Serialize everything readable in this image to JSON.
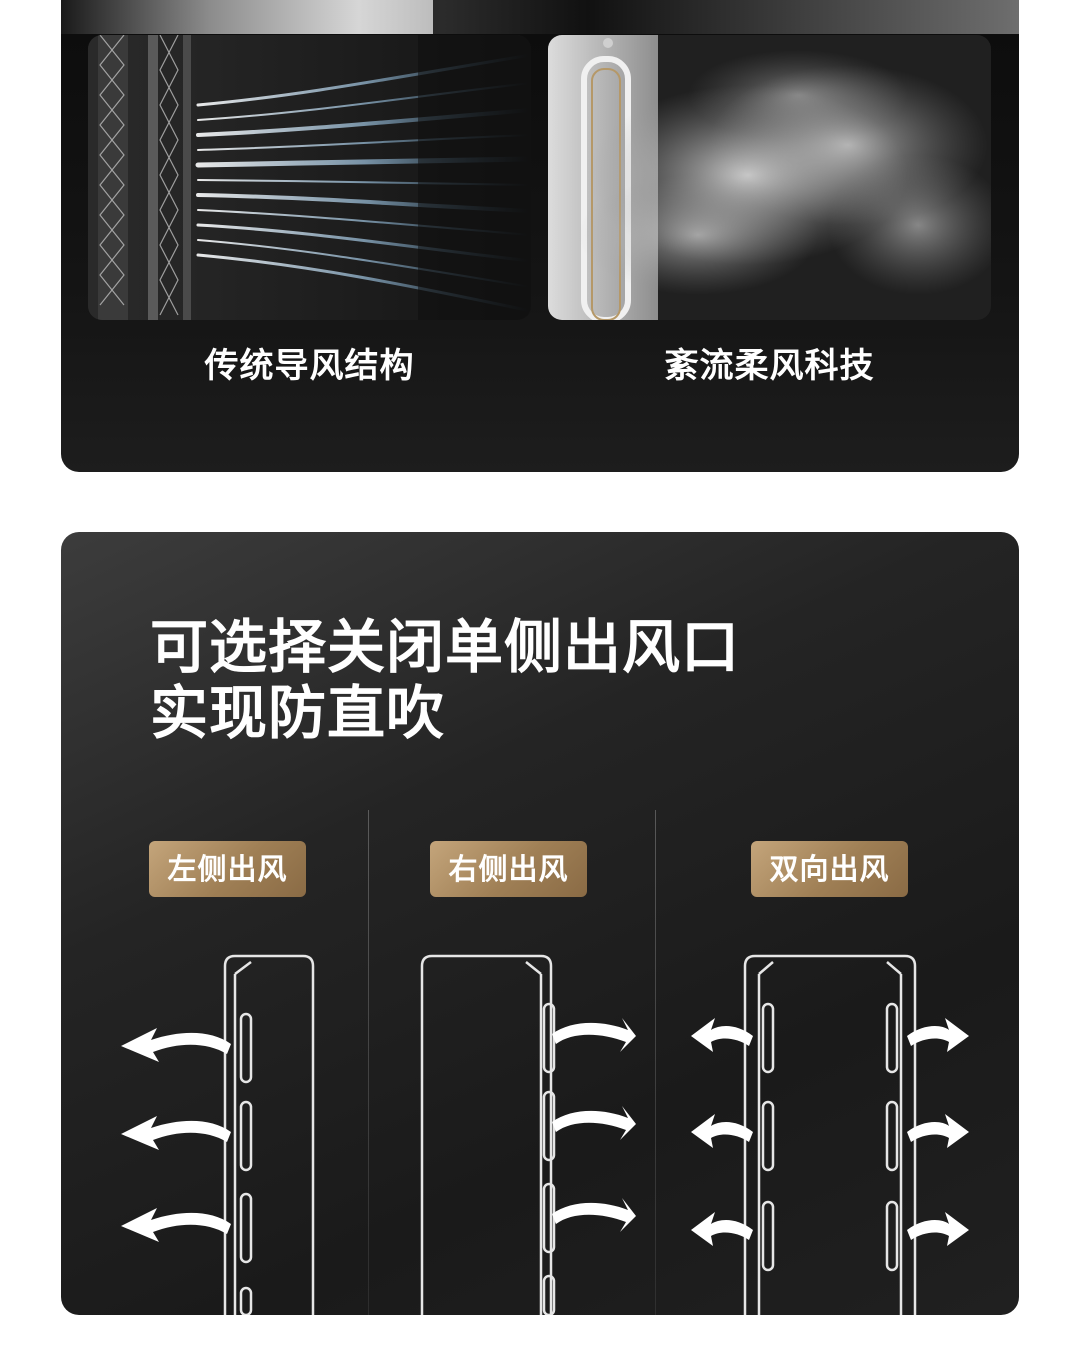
{
  "comparison": {
    "left_label": "传统导风结构",
    "right_label": "紊流柔风科技"
  },
  "feature": {
    "headline_line1": "可选择关闭单侧出风口",
    "headline_line2": "实现防直吹",
    "modes": [
      {
        "label": "左侧出风"
      },
      {
        "label": "右侧出风"
      },
      {
        "label": "双向出风"
      }
    ]
  },
  "colors": {
    "card_dark": "#1a1a1a",
    "badge_gold": "#a8875c",
    "text": "#ffffff"
  }
}
